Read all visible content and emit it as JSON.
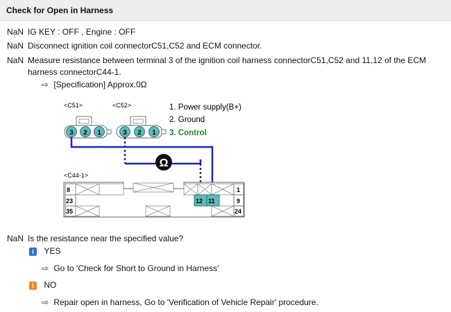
{
  "header": {
    "title": "Check for Open in Harness"
  },
  "steps": [
    {
      "num": "NaN",
      "text": "IG KEY : OFF , Engine : OFF"
    },
    {
      "num": "NaN",
      "text": "Disconnect ignition coil connectorC51,C52 and ECM connector."
    },
    {
      "num": "NaN",
      "text": "Measure resistance between terminal 3 of the ignition coil harness connectorC51,C52 and 11,12 of the ECM harness connectorC44-1."
    }
  ],
  "specification": "[Specification] Approx.0Ω",
  "diagram": {
    "c51_label": "<C51>",
    "c52_label": "<C52>",
    "c44_label": "<C44-1>",
    "legend": [
      "1. Power supply(B+)",
      "2. Ground",
      "3. Control"
    ],
    "ohm_symbol": "Ω",
    "c51_pins": [
      "3",
      "2",
      "1"
    ],
    "c52_pins": [
      "3",
      "2",
      "1"
    ],
    "ecm_pins": {
      "p8": "8",
      "p23": "23",
      "p35": "35",
      "p12": "12",
      "p11": "11",
      "p1": "1",
      "p9": "9",
      "p24": "24"
    },
    "colors": {
      "wire": "#1a23c8",
      "pin": "#5fb9b9",
      "legend_control": "#1f8a2a"
    }
  },
  "question": {
    "num": "NaN",
    "text": "Is the resistance near the specified value?"
  },
  "answers": [
    {
      "label": "YES",
      "color": "#2f6fd1",
      "action": "Go to 'Check for Short to Ground in Harness'"
    },
    {
      "label": "NO",
      "color": "#f08a1c",
      "action": "Repair open in harness, Go to 'Verification of Vehicle Repair' procedure."
    }
  ]
}
